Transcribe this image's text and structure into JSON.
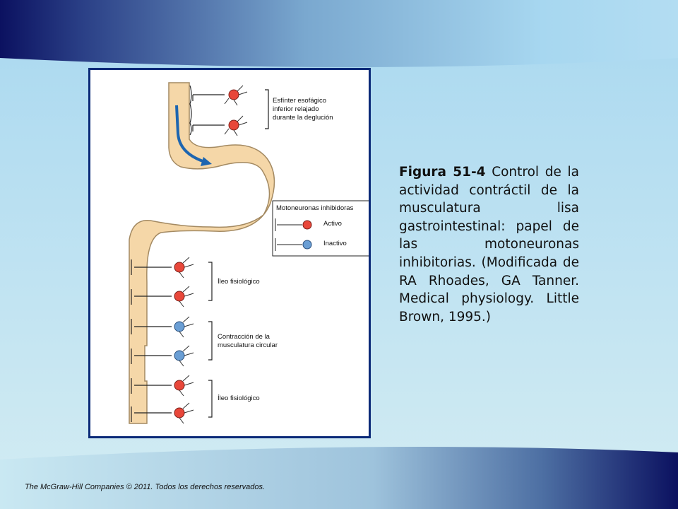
{
  "colors": {
    "navy": "#0b1160",
    "sky": "#a9d8f0",
    "frame": "#0b2a78",
    "organ_fill": "#f5d7a8",
    "active_neuron": "#e8473a",
    "inactive_neuron": "#6a9ed4",
    "arrow": "#1d65b0"
  },
  "figure": {
    "labels": {
      "les": [
        "Esfínter esofágico",
        "inferior relajado",
        "durante la deglución"
      ],
      "legend_title": "Motoneuronas inhibidoras",
      "legend_active": "Activo",
      "legend_inactive": "Inactivo",
      "ileus_1": "Íleo fisiológico",
      "contraction": [
        "Contracción de la",
        "musculatura circular"
      ],
      "ileus_2": "Íleo fisiológico"
    },
    "icons": {
      "neuron": "neuron-icon",
      "arrow": "curved-arrow-icon"
    }
  },
  "caption": {
    "bold": "Figura 51-4",
    "text": " Control de la actividad contráctil de la musculatura lisa gastrointestinal: papel de las motoneuronas inhibitorias. (Modificada de RA Rhoades, GA Tanner. Medical physiology. Little Brown, 1995.)"
  },
  "footer": "The McGraw-Hill Companies © 2011. Todos los derechos reservados."
}
